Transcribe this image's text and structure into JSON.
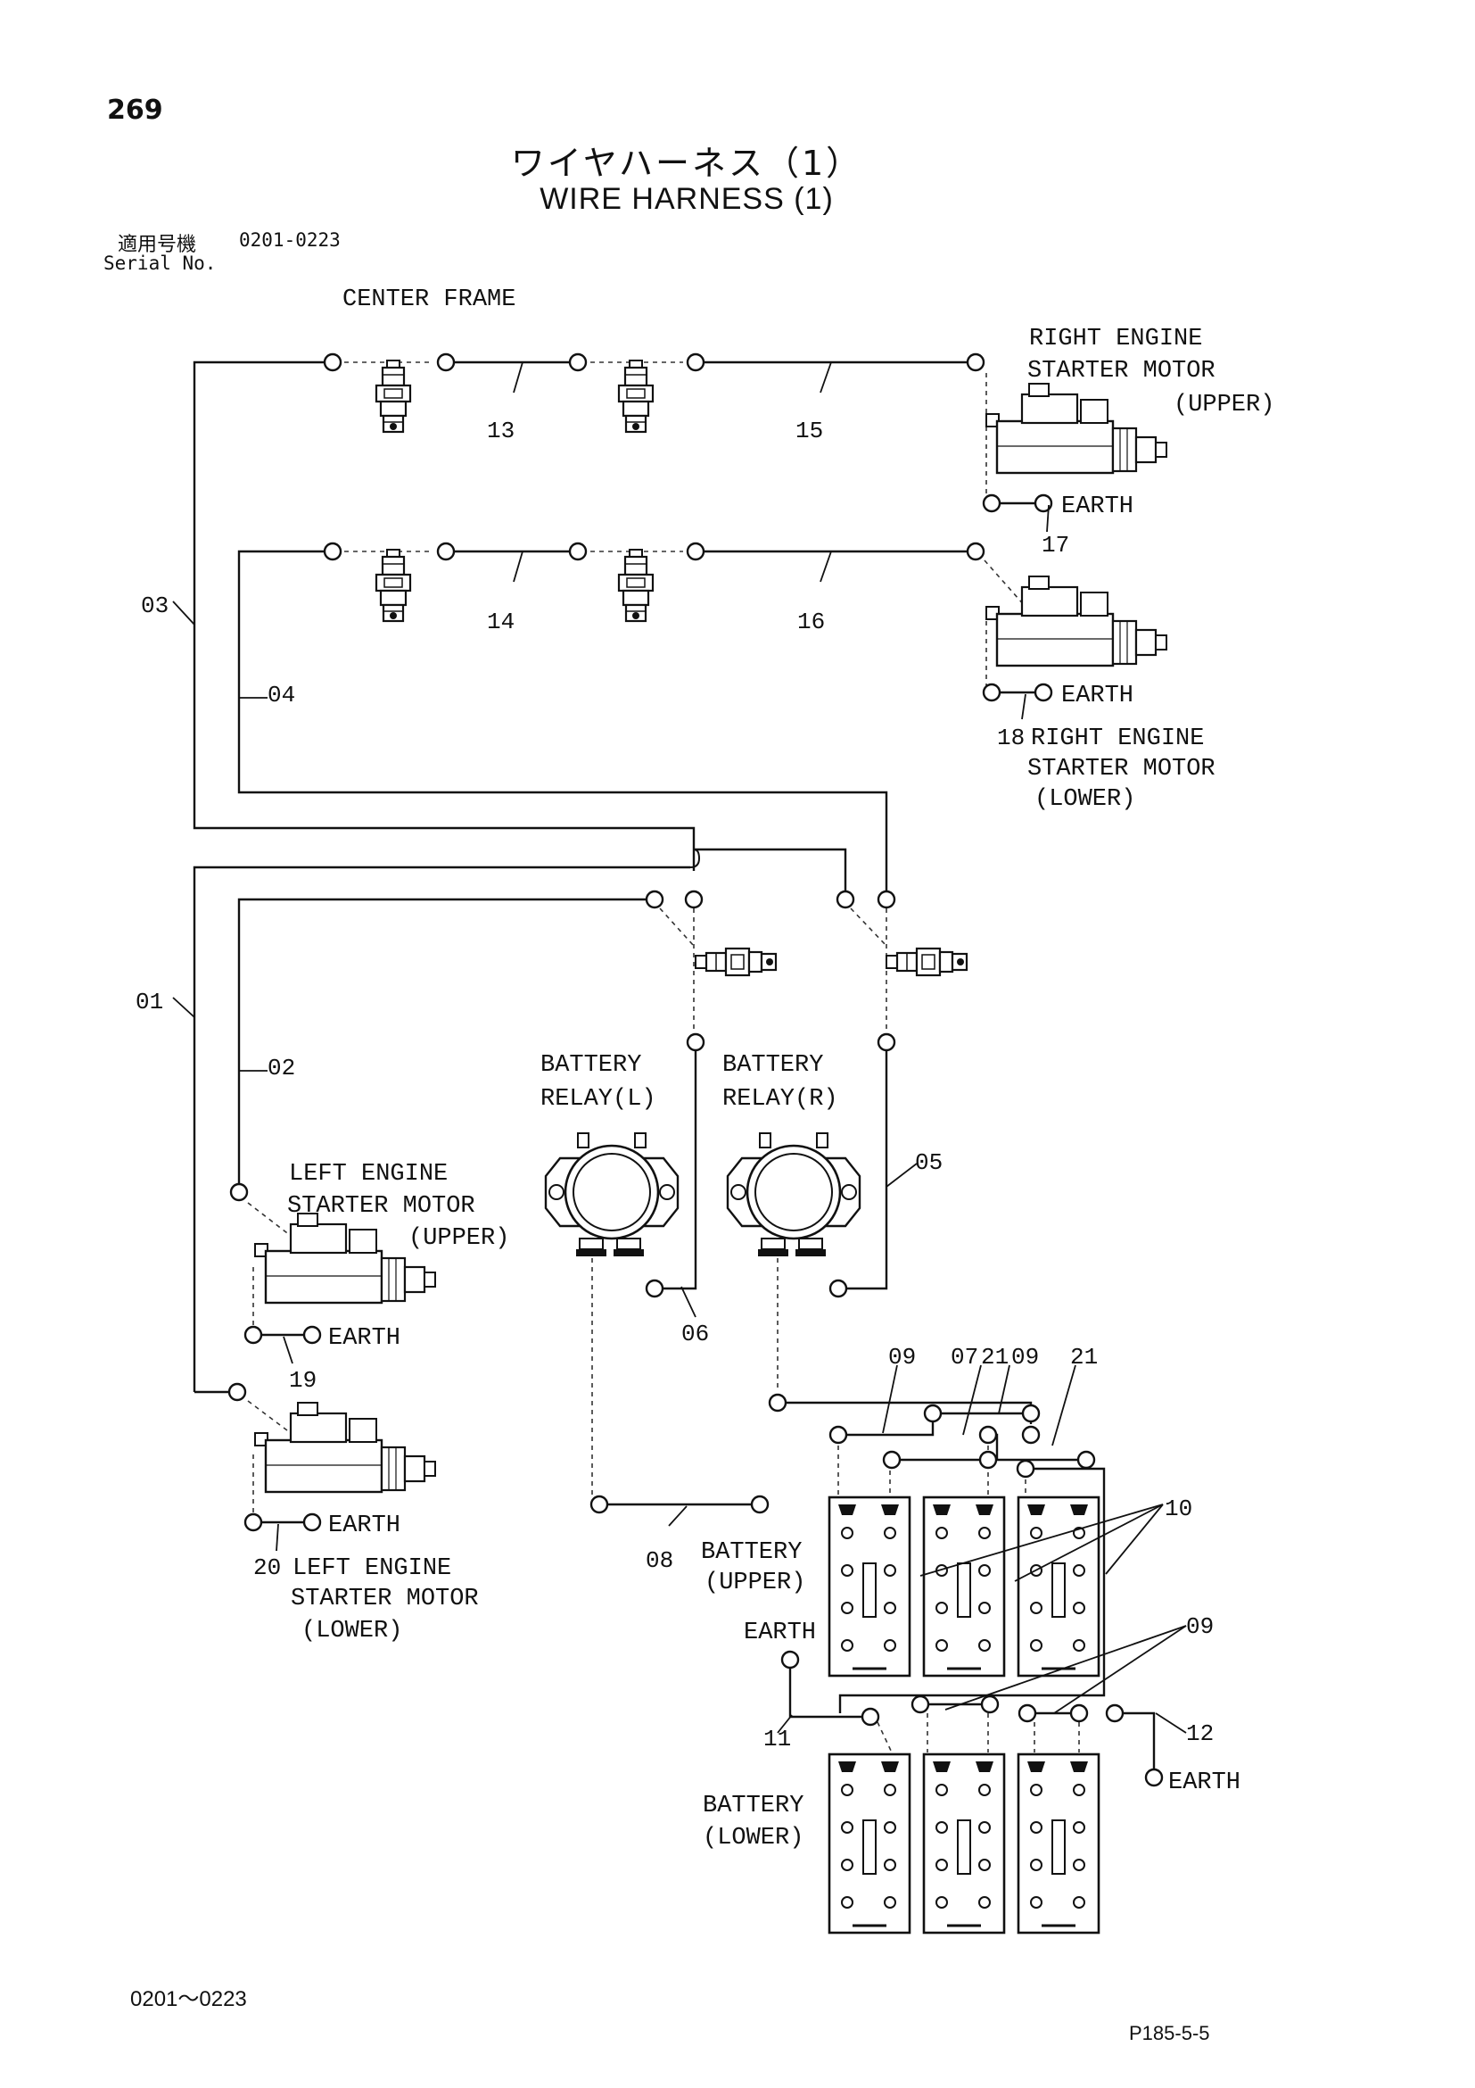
{
  "header": {
    "page_number": "269",
    "title_jp": "ワイヤハーネス（1）",
    "title_en": "WIRE HARNESS (1)",
    "serial_label_jp": "適用号機",
    "serial_range": "0201-0223",
    "serial_label_en": "Serial No."
  },
  "footer": {
    "serial_range": "0201～0223",
    "figure_ref": "P185-5-5"
  },
  "diagram": {
    "center_frame": "CENTER FRAME",
    "right_starter_upper": [
      "RIGHT ENGINE",
      "STARTER MOTOR",
      "(UPPER)"
    ],
    "right_starter_lower": [
      "RIGHT ENGINE",
      "STARTER MOTOR",
      "(LOWER)"
    ],
    "left_starter_upper": [
      "LEFT ENGINE",
      "STARTER MOTOR",
      "(UPPER)"
    ],
    "left_starter_lower": [
      "LEFT ENGINE",
      "STARTER MOTOR",
      "(LOWER)"
    ],
    "battery_relay_left": [
      "BATTERY",
      "RELAY(L)"
    ],
    "battery_relay_right": [
      "BATTERY",
      "RELAY(R)"
    ],
    "battery_upper": [
      "BATTERY",
      "(UPPER)"
    ],
    "battery_lower": [
      "BATTERY",
      "(LOWER)"
    ],
    "earth": "EARTH",
    "wire_numbers": [
      "01",
      "02",
      "03",
      "04",
      "05",
      "06",
      "07",
      "08",
      "09",
      "10",
      "11",
      "12",
      "13",
      "14",
      "15",
      "16",
      "17",
      "18",
      "19",
      "20",
      "21"
    ],
    "top_label_09a": "09",
    "top_label_07": "07",
    "top_label_21a": "21",
    "top_label_09b": "09",
    "top_label_21b": "21"
  }
}
